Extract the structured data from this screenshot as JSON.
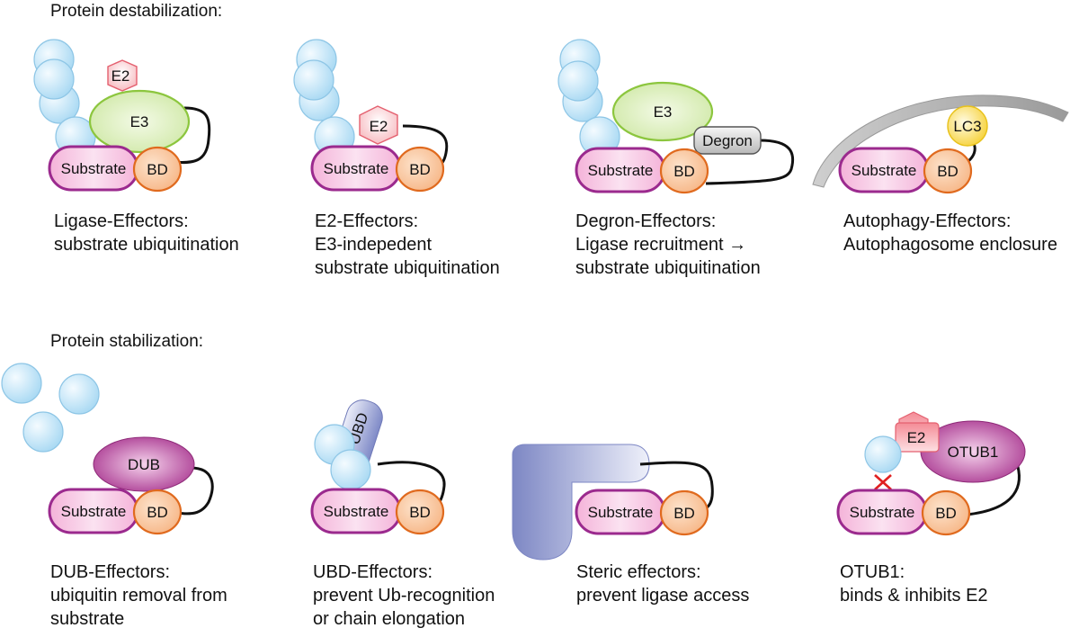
{
  "sections": {
    "destabilization_title": "Protein destabilization:",
    "stabilization_title": "Protein stabilization:"
  },
  "panels": {
    "ligase": {
      "labels": {
        "substrate": "Substrate",
        "bd": "BD",
        "e2": "E2",
        "e3": "E3"
      },
      "caption": [
        "Ligase-Effectors:",
        "substrate ubiquitination"
      ]
    },
    "e2": {
      "labels": {
        "substrate": "Substrate",
        "bd": "BD",
        "e2": "E2"
      },
      "caption": [
        "E2-Effectors:",
        "E3-indepedent",
        "substrate ubiquitination"
      ]
    },
    "degron": {
      "labels": {
        "substrate": "Substrate",
        "bd": "BD",
        "e3": "E3",
        "degron": "Degron"
      },
      "caption": [
        "Degron-Effectors:",
        "Ligase recruitment →",
        "substrate ubiquitination"
      ]
    },
    "autophagy": {
      "labels": {
        "substrate": "Substrate",
        "bd": "BD",
        "lc3": "LC3"
      },
      "caption": [
        "Autophagy-Effectors:",
        "Autophagosome enclosure"
      ]
    },
    "dub": {
      "labels": {
        "substrate": "Substrate",
        "bd": "BD",
        "dub": "DUB"
      },
      "caption": [
        "DUB-Effectors:",
        "ubiquitin removal from",
        "substrate"
      ]
    },
    "ubd": {
      "labels": {
        "substrate": "Substrate",
        "bd": "BD",
        "ubd": "UBD"
      },
      "caption": [
        "UBD-Effectors:",
        "prevent Ub-recognition",
        "or chain elongation"
      ]
    },
    "steric": {
      "labels": {
        "substrate": "Substrate",
        "bd": "BD"
      },
      "caption": [
        "Steric effectors:",
        "prevent ligase access"
      ]
    },
    "otub1": {
      "labels": {
        "substrate": "Substrate",
        "bd": "BD",
        "e2": "E2",
        "otub1": "OTUB1"
      },
      "caption": [
        "OTUB1:",
        "binds & inhibits E2"
      ]
    }
  },
  "colors": {
    "ubiquitin": "#bfe4f7",
    "substrate_border": "#9b2a8e",
    "bd_border": "#e06a1e",
    "e3_border": "#8cc63e",
    "e2_border": "#e4606f",
    "dub": "#a8358f",
    "lc3": "#f6d23c",
    "ubd": "#8e98cf",
    "inhibition_mark": "#e02020"
  }
}
